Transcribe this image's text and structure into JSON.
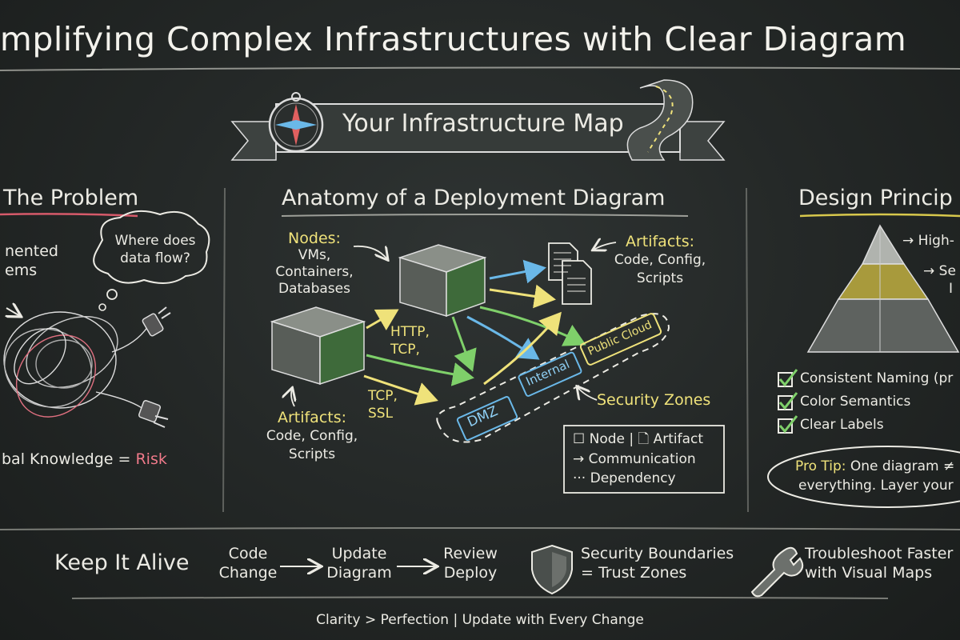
{
  "title": "implifying Complex Infrastructures with Clear Diagram",
  "banner": "Your Infrastructure Map",
  "problem": {
    "heading": "The Problem",
    "fragment_line1": "nented",
    "fragment_line2": "ems",
    "bubble_line1": "Where does",
    "bubble_line2": "data flow?",
    "knowledge_text": "bal Knowledge =",
    "risk": "Risk"
  },
  "anatomy": {
    "heading": "Anatomy of a Deployment Diagram",
    "nodes_label": "Nodes:",
    "nodes_line1": "VMs,",
    "nodes_line2": "Containers,",
    "nodes_line3": "Databases",
    "artifacts_top_label": "Artifacts:",
    "artifacts_top_line1": "Code, Config,",
    "artifacts_top_line2": "Scripts",
    "artifacts_bottom_label": "Artifacts:",
    "artifacts_bottom_line1": "Code, Config,",
    "artifacts_bottom_line2": "Scripts",
    "proto1_line1": "HTTP,",
    "proto1_line2": "TCP,",
    "proto2_line1": "TCP,",
    "proto2_line2": "SSL",
    "zone_dmz": "DMZ",
    "zone_internal": "Internal",
    "zone_public": "Public Cloud",
    "security_zones": "Security Zones",
    "legend_line1": "☐ Node | 🗋 Artifact",
    "legend_line2": "→ Communication",
    "legend_line3": "···   Dependency"
  },
  "design": {
    "heading": "Design Princip",
    "pyramid_top": "→ High-",
    "pyramid_mid": "→ Se",
    "pyramid_low": "I",
    "check1": "Consistent Naming (pr",
    "check2": "Color Semantics",
    "check3": "Clear Labels",
    "pro_tip_label": "Pro Tip:",
    "pro_tip_line1": "One diagram ≠",
    "pro_tip_line2": "everything. Layer your"
  },
  "footer": {
    "keep_alive": "Keep It Alive",
    "step1_line1": "Code",
    "step1_line2": "Change",
    "step2_line1": "Update",
    "step2_line2": "Diagram",
    "step3_line1": "Review",
    "step3_line2": "Deploy",
    "security_line1": "Security Boundaries",
    "security_line2": "= Trust Zones",
    "troubleshoot_line1": "Troubleshoot Faster",
    "troubleshoot_line2": "with Visual Maps",
    "tagline": "Clarity > Perfection | Update with Every Change"
  },
  "colors": {
    "chalk": "#ecebe4",
    "yellow": "#efe27a",
    "red": "#f07a8a",
    "blue": "#6ab8e8",
    "green": "#7fd06a",
    "board": "#252928"
  }
}
